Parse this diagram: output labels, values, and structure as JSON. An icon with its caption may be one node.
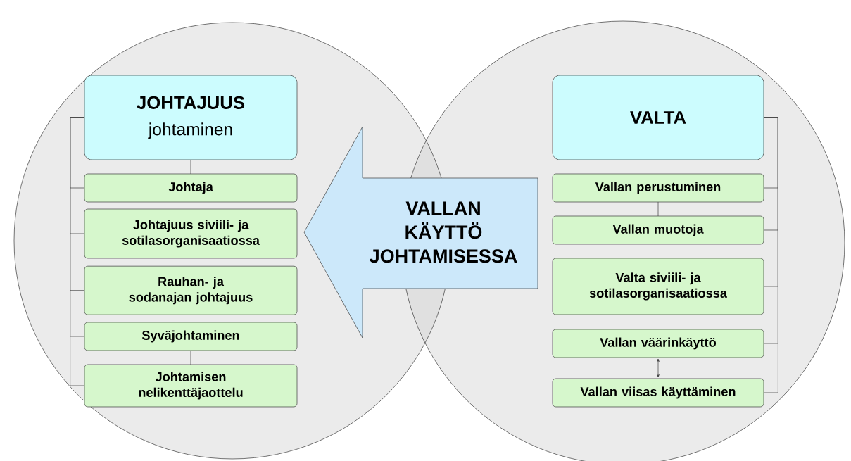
{
  "diagram": {
    "nodes": [
      {
        "text": [
          "JOHTAJUUS",
          "johtaminen"
        ]
      },
      {
        "text": [
          "Johtaja"
        ]
      },
      {
        "text": [
          "Johtajuus siviili- ja sotilasorganisaatiossa"
        ]
      },
      {
        "text": [
          "Rauhan- ja sodanajan johtajuus"
        ]
      },
      {
        "text": [
          "Syväjohtaminen"
        ]
      },
      {
        "text": [
          "Johtamisen nelikenttäjaottelu"
        ]
      },
      {
        "text": [
          "VALLAN KÄYTTÖ JOHTAMISESSA"
        ]
      },
      {
        "text": [
          "VALTA"
        ]
      },
      {
        "text": [
          "Vallan perustuminen"
        ]
      },
      {
        "text": [
          "Vallan muotoja"
        ]
      },
      {
        "text": [
          "Valta siviili- ja sotilasorganisaatiossa"
        ]
      },
      {
        "text": [
          "Vallan väärinkäyttö"
        ]
      },
      {
        "text": [
          "Vallan viisas käyttäminen"
        ]
      }
    ],
    "edges": [
      {
        "from": 0,
        "to": 1,
        "arrow": "none"
      },
      {
        "from": 0,
        "to": 1,
        "arrow": "none"
      },
      {
        "from": 0,
        "to": 2,
        "arrow": "none"
      },
      {
        "from": 0,
        "to": 3,
        "arrow": "none"
      },
      {
        "from": 0,
        "to": 4,
        "arrow": "none"
      },
      {
        "from": 0,
        "to": 5,
        "arrow": "none"
      },
      {
        "from": 4,
        "to": 5,
        "arrow": "none"
      },
      {
        "from": 7,
        "to": 8,
        "arrow": "none"
      },
      {
        "from": 7,
        "to": 9,
        "arrow": "none"
      },
      {
        "from": 7,
        "to": 10,
        "arrow": "none"
      },
      {
        "from": 7,
        "to": 11,
        "arrow": "none"
      },
      {
        "from": 7,
        "to": 12,
        "arrow": "none"
      },
      {
        "from": 8,
        "to": 9,
        "arrow": "none"
      },
      {
        "from": 11,
        "to": 12,
        "arrow": "both"
      }
    ]
  }
}
